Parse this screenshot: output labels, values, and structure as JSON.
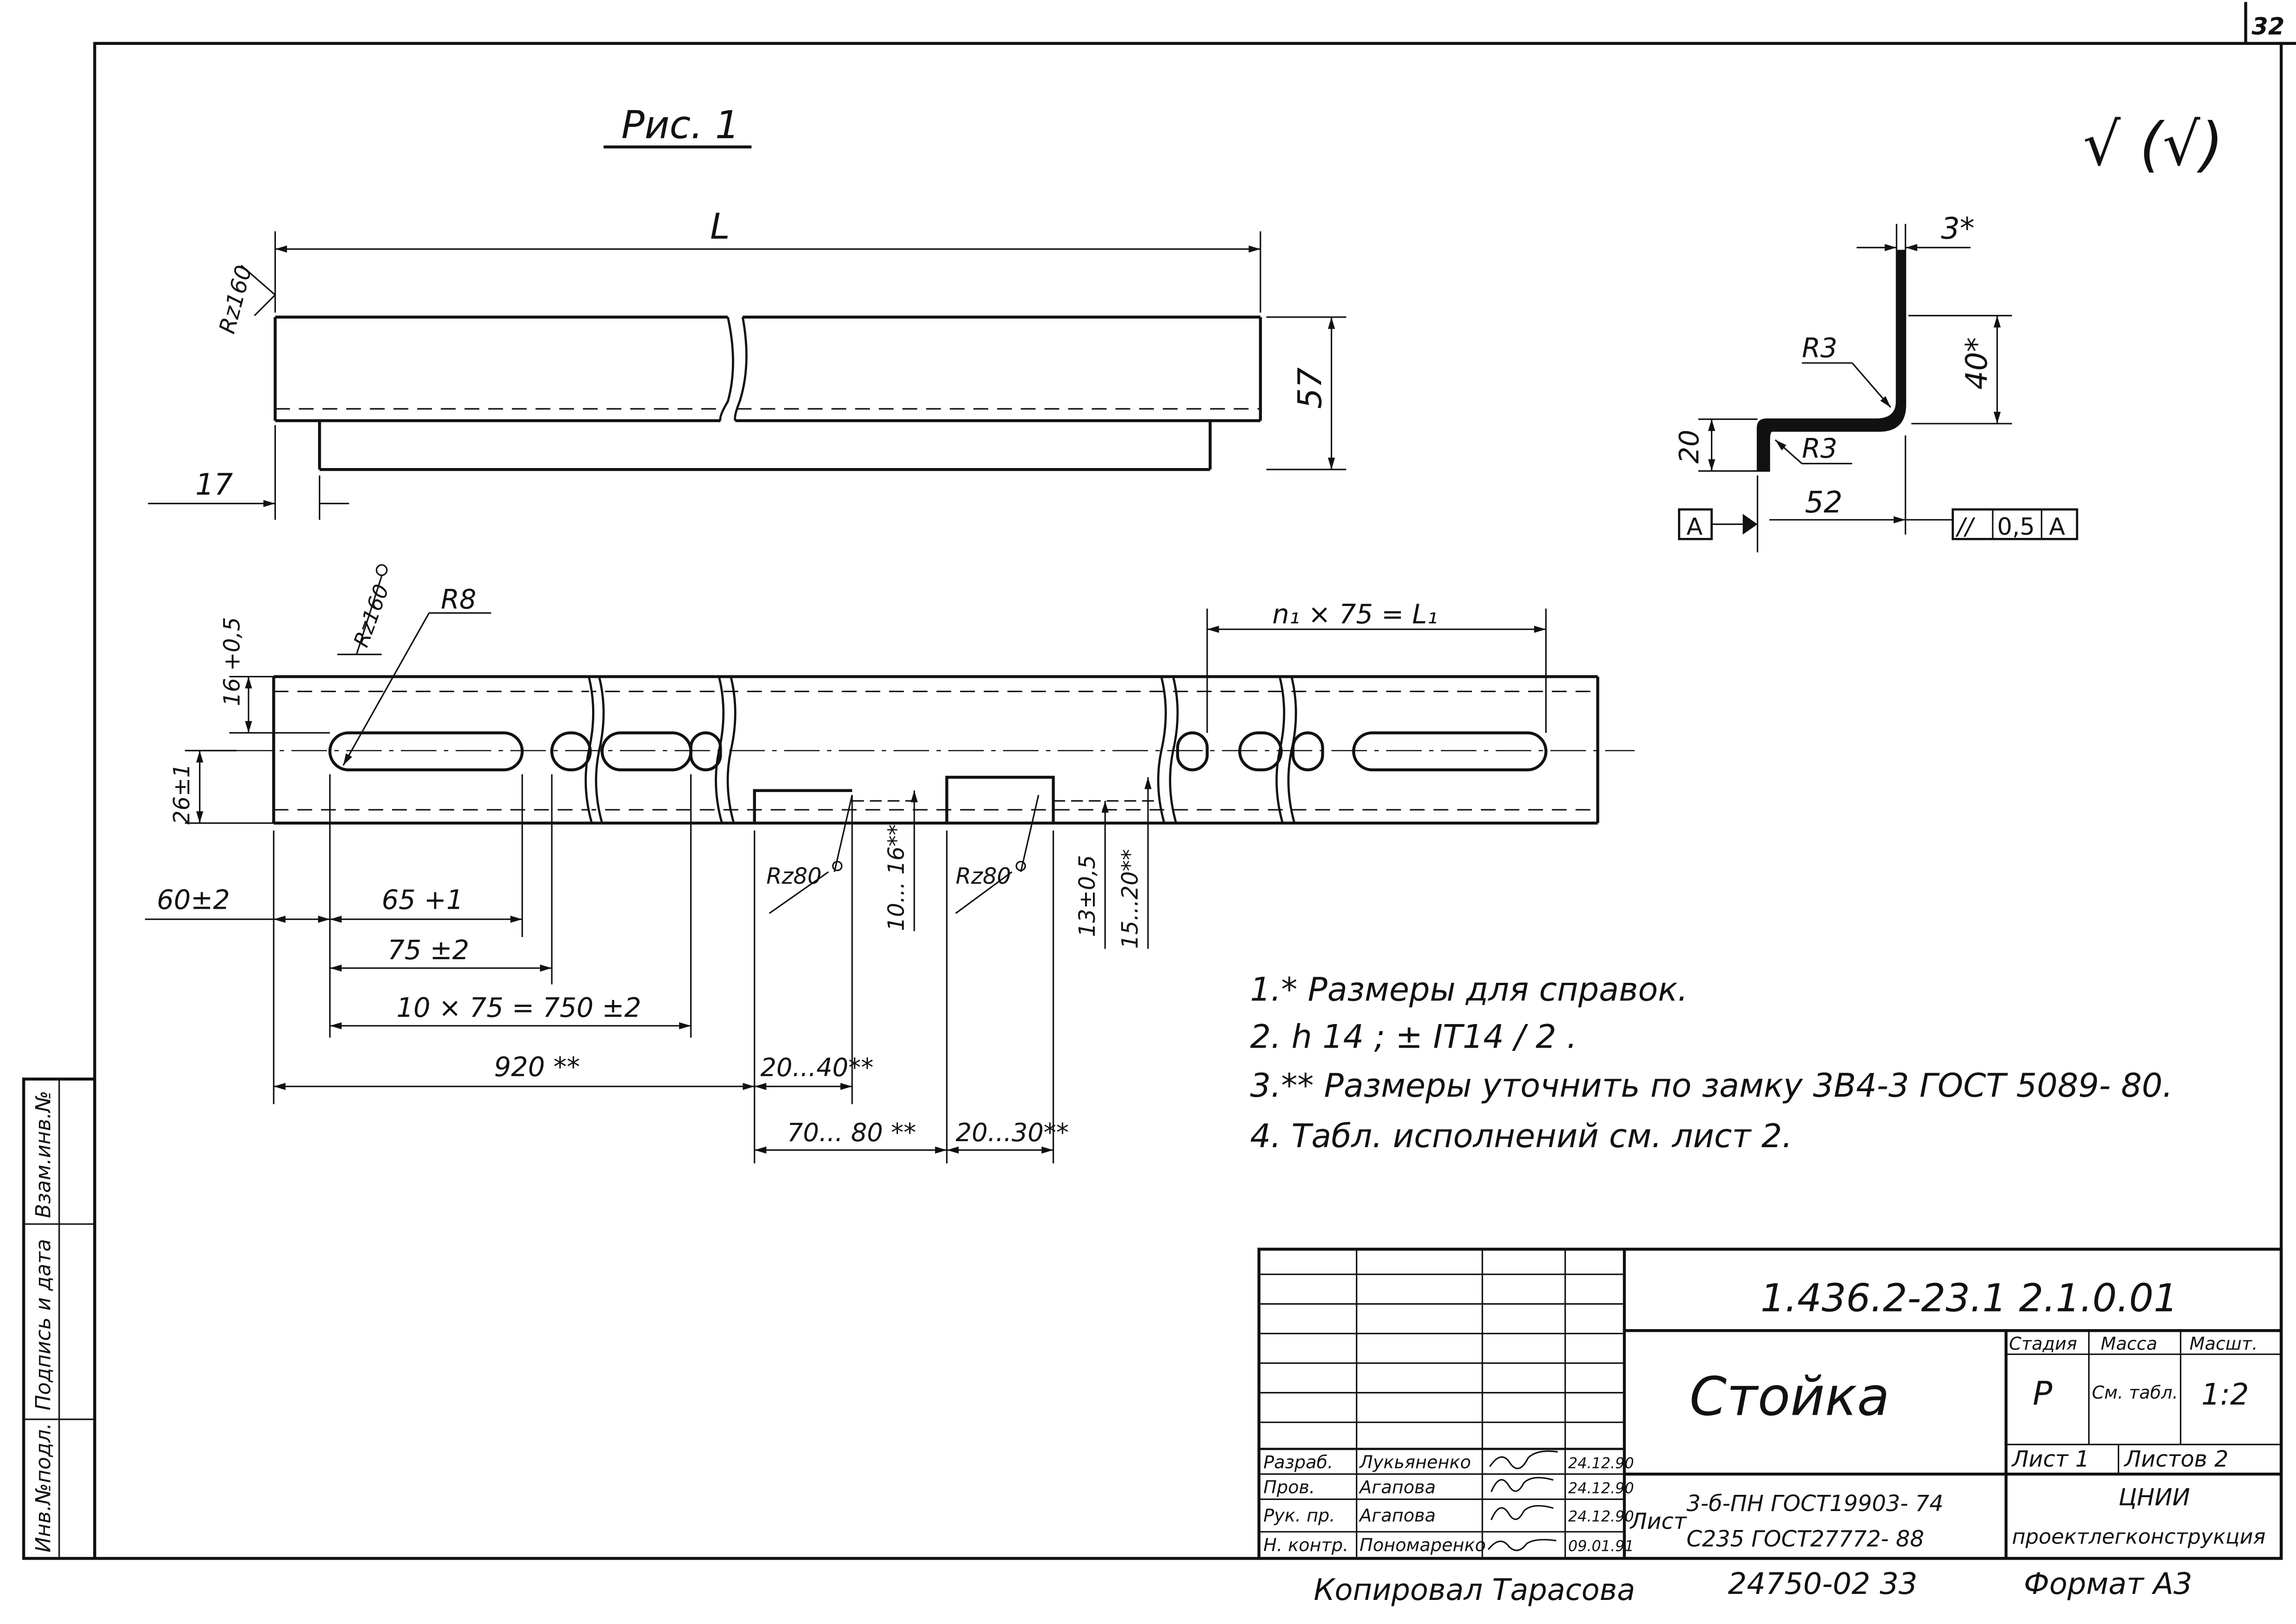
{
  "sheet_number": "32",
  "figure_title": "Рис. 1",
  "surface_mark": "√ (√)",
  "top_view": {
    "dim_length": "L",
    "dim_height": "57",
    "dim_offset": "17",
    "roughness": "Rz160"
  },
  "profile_view": {
    "dim_thickness": "3*",
    "dim_flange": "40*",
    "radius_top": "R3",
    "radius_bottom": "R3",
    "dim_lip": "20",
    "dim_width": "52",
    "datum": "A",
    "tolerance": [
      "//",
      "0,5",
      "A"
    ]
  },
  "slot_view": {
    "dim_slot_pitch_group": "n₁ × 75 = L₁",
    "roughness_top": "Rz160",
    "radius": "R8",
    "dim_edge": "16 +0,5",
    "dim_center": "26±1",
    "roughness_notch_1": "Rz80",
    "roughness_notch_2": "Rz80",
    "dim_notch_depth_1": "10... 16**",
    "dim_notch_depth_2": "13±0,5",
    "dim_notch_depth_3": "15...20**",
    "dim_60": "60±2",
    "dim_65": "65 +1",
    "dim_75": "75 ±2",
    "dim_750": "10 × 75 = 750 ±2",
    "dim_920": "920 **",
    "dim_20_40": "20...40**",
    "dim_70_80": "70... 80 **",
    "dim_20_30": "20...30**"
  },
  "notes": [
    "1.* Размеры для справок.",
    "2. h 14 ;  ± IT14 / 2 .",
    "3.** Размеры уточнить по замку 3В4-3 ГОСТ 5089- 80.",
    "4. Табл. исполнений  см. лист 2."
  ],
  "side_stamp": [
    "Инв.№подл.",
    "Подпись и дата",
    "Взам.инв.№"
  ],
  "title_block": {
    "designation": "1.436.2-23.1   2.1.0.01",
    "name": "Стойка",
    "stage_header": "Стадия",
    "mass_header": "Масса",
    "scale_header": "Масшт.",
    "stage": "Р",
    "mass": "См. табл.",
    "scale": "1:2",
    "sheet": "Лист 1",
    "sheets": "Листов 2",
    "org1": "ЦНИИ",
    "org2": "проектлегконструкция",
    "material_1": "3-б-ПН ГОСТ19903- 74",
    "material_prefix": "Лист",
    "material_2": "С235 ГОСТ27772- 88",
    "roles": [
      {
        "role": "Разраб.",
        "name": "Лукьяненко",
        "date": "24.12.90"
      },
      {
        "role": "Пров.",
        "name": "Агапова",
        "date": "24.12.90"
      },
      {
        "role": "Рук. пр.",
        "name": "Агапова",
        "date": "24.12.90"
      },
      {
        "role": "Н. контр.",
        "name": "Пономаренко",
        "date": "09.01.91"
      }
    ]
  },
  "bottom": {
    "copied": "Копировал  Тарасова",
    "inventory": "24750-02   33",
    "format": "Формат А3"
  }
}
